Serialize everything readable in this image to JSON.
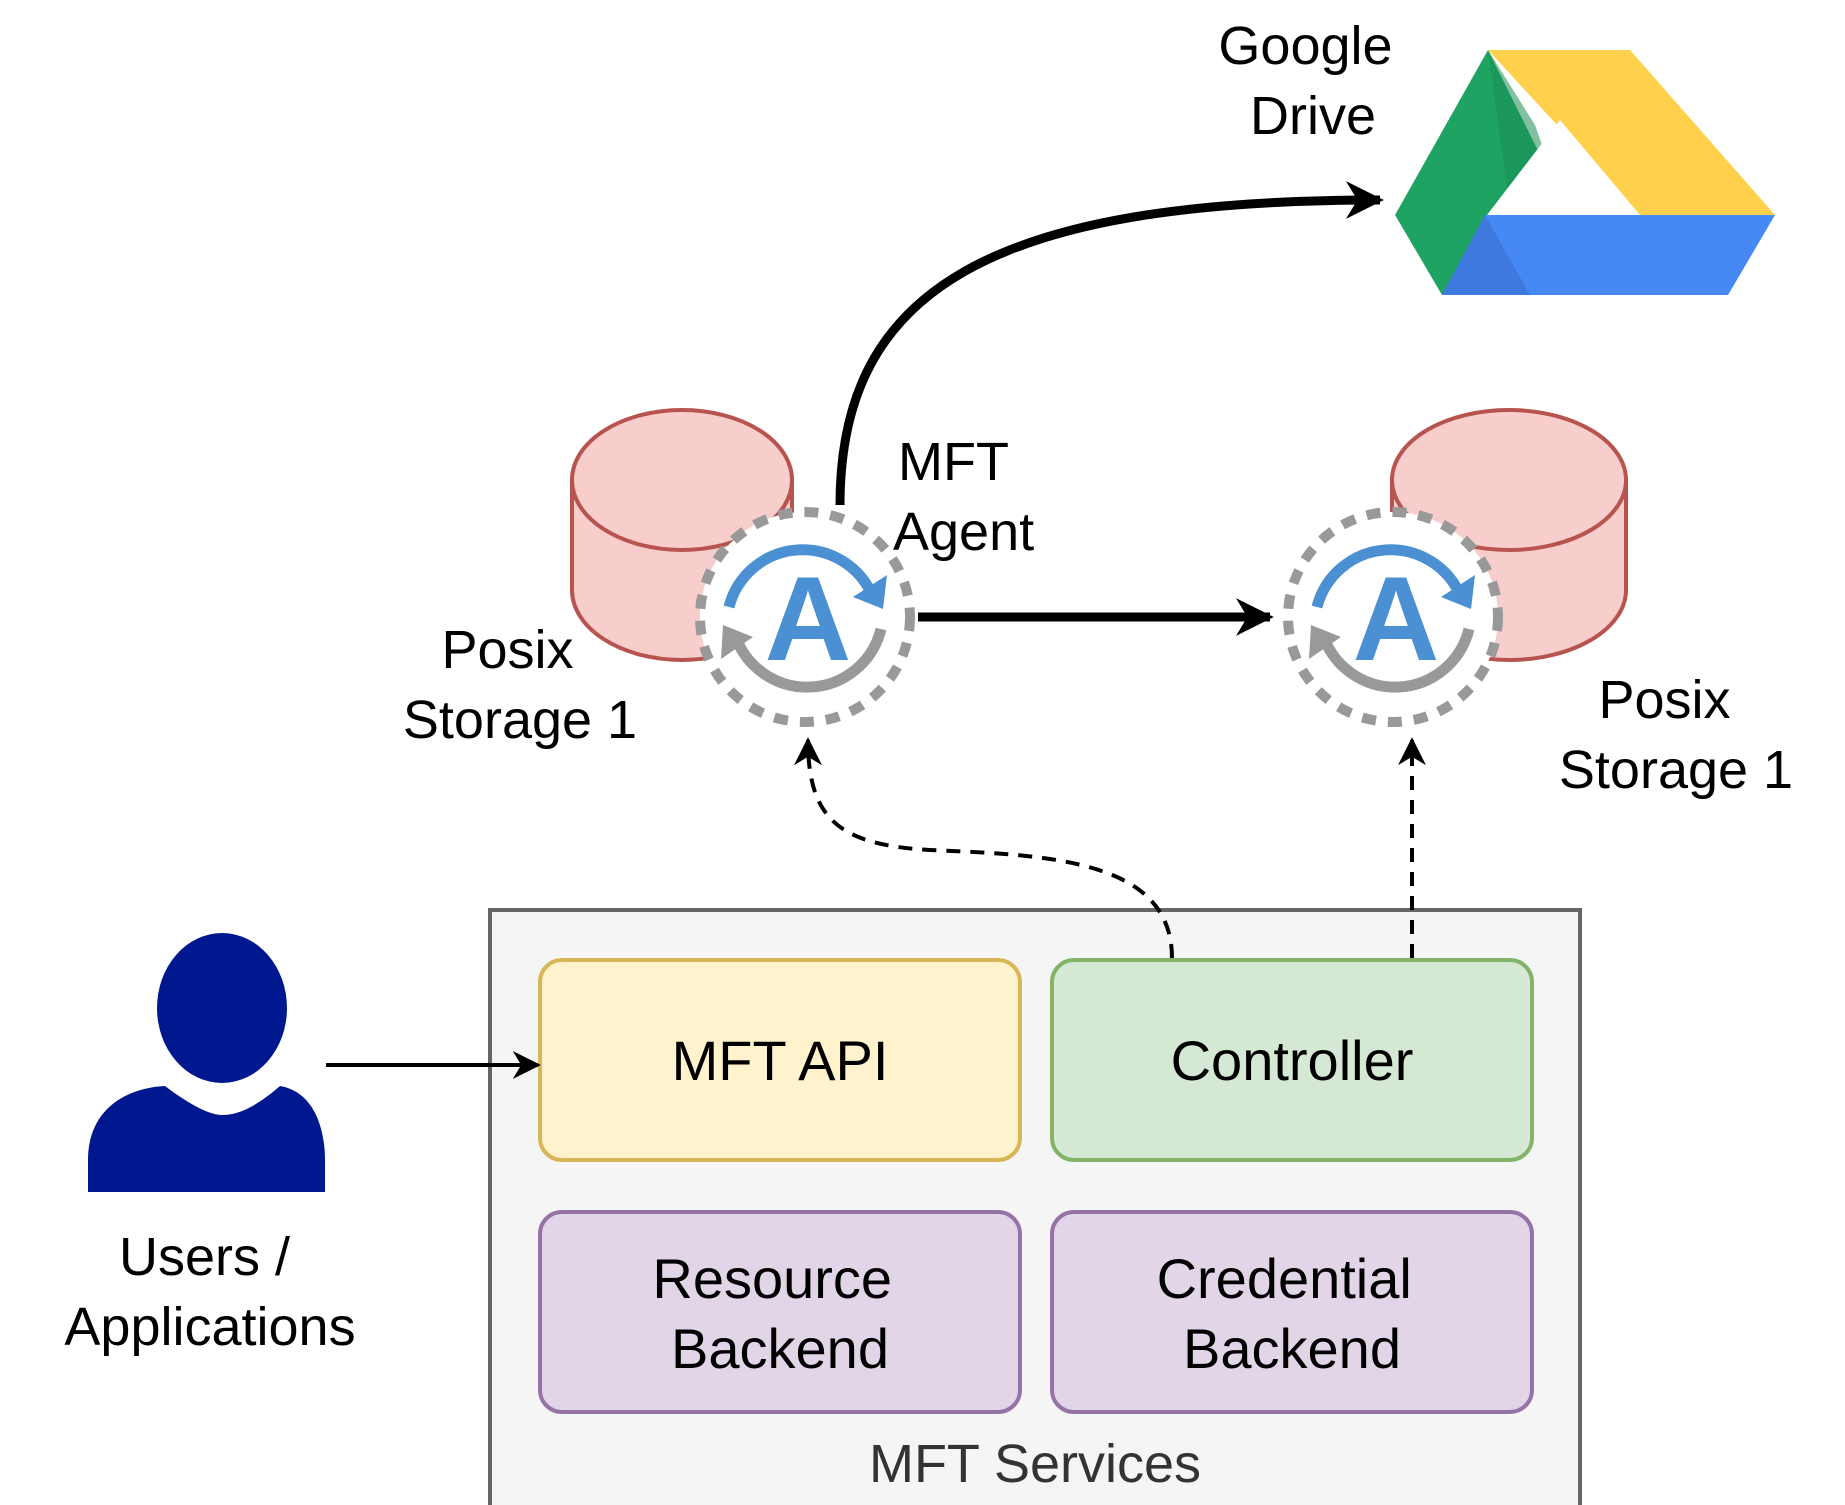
{
  "cloud": {
    "label_lines": [
      "Google",
      "Drive"
    ],
    "icon": "google-drive-icon"
  },
  "agent": {
    "label_lines": [
      "MFT",
      "Agent"
    ],
    "icon": "agent-sync-icon",
    "glyph": "A"
  },
  "storage_left": {
    "label_lines": [
      "Posix",
      "Storage 1"
    ],
    "icon": "database-cylinder-icon"
  },
  "storage_right": {
    "label_lines": [
      "Posix",
      "Storage 1"
    ],
    "icon": "database-cylinder-icon"
  },
  "user": {
    "label_lines": [
      "Users /",
      "Applications"
    ],
    "icon": "user-silhouette-icon"
  },
  "services": {
    "title": "MFT Services",
    "api": {
      "label": "MFT API"
    },
    "controller": {
      "label": "Controller"
    },
    "resource_backend": {
      "label_lines": [
        "Resource",
        "Backend"
      ]
    },
    "credential_backend": {
      "label_lines": [
        "Credential",
        "Backend"
      ]
    }
  },
  "colors": {
    "storage_fill": "#f8cecc",
    "storage_stroke": "#b85450",
    "api_fill": "#fff2cc",
    "api_stroke": "#d6b656",
    "controller_fill": "#d5e8d4",
    "controller_stroke": "#82b366",
    "backend_fill": "#e1d5e7",
    "backend_stroke": "#9673a6",
    "services_fill": "#f5f5f5",
    "services_stroke": "#666666",
    "agent_blue": "#4a90d2",
    "agent_gray": "#999999",
    "user_fill": "#00188f",
    "drive_green": "#1ea362",
    "drive_yellow": "#ffd04b",
    "drive_blue": "#4688f4"
  }
}
